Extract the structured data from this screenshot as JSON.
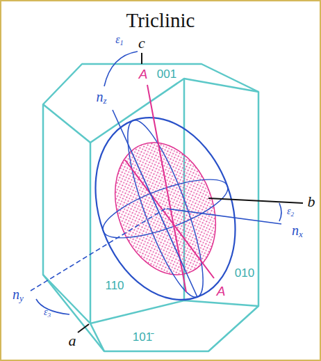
{
  "diagram": {
    "title": "Triclinic",
    "labels": [
      "c",
      "ε1",
      "001",
      "nz",
      "A",
      "b",
      "ε2",
      "nx",
      "ny",
      "ε3",
      "A",
      "110",
      "010",
      "a",
      "101̄"
    ]
  }
}
